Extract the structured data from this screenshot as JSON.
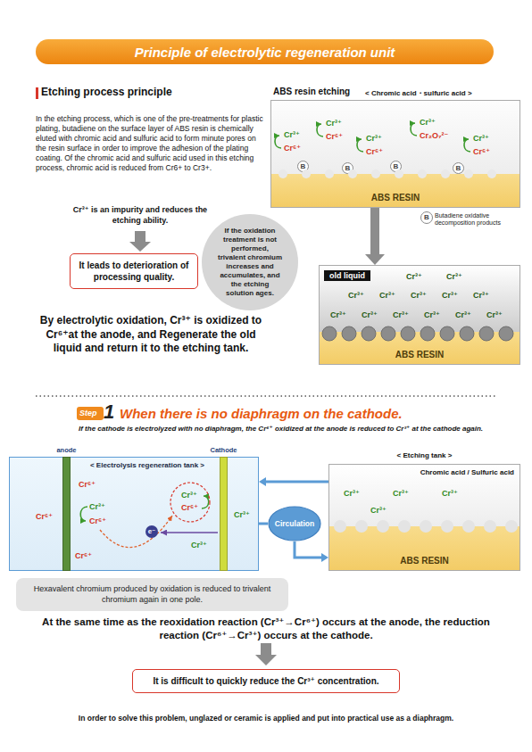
{
  "diagram": {
    "title": "Principle of electrolytic regeneration unit",
    "nodes": [
      {
        "text": [
          "It leads to deterioration of processing quality."
        ]
      },
      {
        "text": [
          "If the oxidation treatment is not performed, trivalent chromium increases and accumulates, and the etching solution ages."
        ]
      },
      {
        "text": [
          "ABS resin etching",
          "< Chromic acid・sulfuric acid >"
        ]
      },
      {
        "text": [
          "B"
        ],
        "in": 2
      },
      {
        "text": [
          "B"
        ],
        "in": 2
      },
      {
        "text": [
          "B"
        ],
        "in": 2
      },
      {
        "text": [
          "B"
        ],
        "in": 2
      },
      {
        "text": [
          "ABS RESIN"
        ],
        "in": 2
      },
      {
        "text": [
          "old liquid"
        ]
      },
      {
        "text": [
          "ABS RESIN"
        ],
        "in": 8
      },
      {
        "text": [
          "< Electrolysis regeneration tank >"
        ]
      },
      {
        "text": [
          "anode"
        ],
        "in": 10
      },
      {
        "text": [
          "Cathode"
        ],
        "in": 10
      },
      {
        "text": [
          "Circulation"
        ]
      },
      {
        "text": [
          "< Etching tank >",
          "Chromic acid / Sulfuric acid"
        ]
      },
      {
        "text": [
          "ABS RESIN"
        ],
        "in": 14
      },
      {
        "text": [
          "Hexavalent chromium produced by oxidation is reduced to trivalent chromium again in one pole."
        ]
      },
      {
        "text": [
          "It is difficult to quickly reduce the Cr³⁺ concentration."
        ]
      }
    ],
    "edges": [
      {
        "from": 2,
        "to": 8,
        "arrow": "to"
      },
      {
        "from": 14,
        "to": 10,
        "arrow": "to"
      },
      {
        "from": 10,
        "to": 13,
        "arrow": "none"
      },
      {
        "from": 13,
        "to": 14,
        "arrow": "to"
      }
    ],
    "labels": [
      "Etching process principle",
      "In the etching process, which is one of the pre-treatments for plastic plating, butadiene on the surface layer of ABS resin is chemically eluted with chromic acid and sulfuric acid to form minute pores on the resin surface in order to improve the adhesion of the plating coating. Of the chromic acid and sulfuric acid used in this etching process, chromic acid is reduced from Cr6+ to Cr3+.",
      "Cr³⁺ is an impurity and reduces the etching ability.",
      "By electrolytic oxidation, Cr³⁺ is oxidized to Cr⁶⁺at the anode, and Regenerate the old liquid and return it to the etching tank.",
      "Cr³⁺",
      "Cr⁶⁺",
      "Cr³⁺",
      "Cr⁶⁺",
      "Cr³⁺",
      "Cr⁶⁺",
      "Cr³⁺",
      "Cr₂O₇²⁻",
      "Cr³⁺",
      "Cr⁶⁺",
      "B",
      "Cr³⁺",
      "Cr³⁺",
      "Cr³⁺",
      "Cr³⁺",
      "Cr³⁺",
      "Cr³⁺",
      "Cr³⁺",
      "Cr³⁺",
      "Cr³⁺",
      "Cr³⁺",
      "Cr³⁺",
      "Cr³⁺",
      "Cr³⁺",
      "Step",
      "1",
      "When there is no diaphragm on the cathode.",
      "If the cathode is electrolyzed with no diaphragm, the Cr⁶⁺ oxidized at the anode is reduced to Cr³⁺ at the cathode again.",
      "Cr⁶⁺",
      "Cr⁶⁺",
      "Cr³⁺",
      "Cr⁶⁺",
      "Cr⁶⁺",
      "Cr³⁺",
      "Cr⁶⁺",
      "Cr³⁺",
      "e⁻",
      "Cr³⁺",
      "Cr³⁺",
      "Cr³⁺",
      "Cr³⁺",
      "Cr³⁺",
      "At the same time as the reoxidation reaction (Cr³⁺→Cr⁶⁺) occurs at the anode, the reduction reaction (Cr⁶⁺→Cr³⁺) occurs at the cathode.",
      "In order to solve this problem, unglazed or ceramic is applied and put into practical use as a diaphragm."
    ],
    "legend": [
      {
        "text": "Butadiene oxidative decomposition products"
      }
    ]
  }
}
